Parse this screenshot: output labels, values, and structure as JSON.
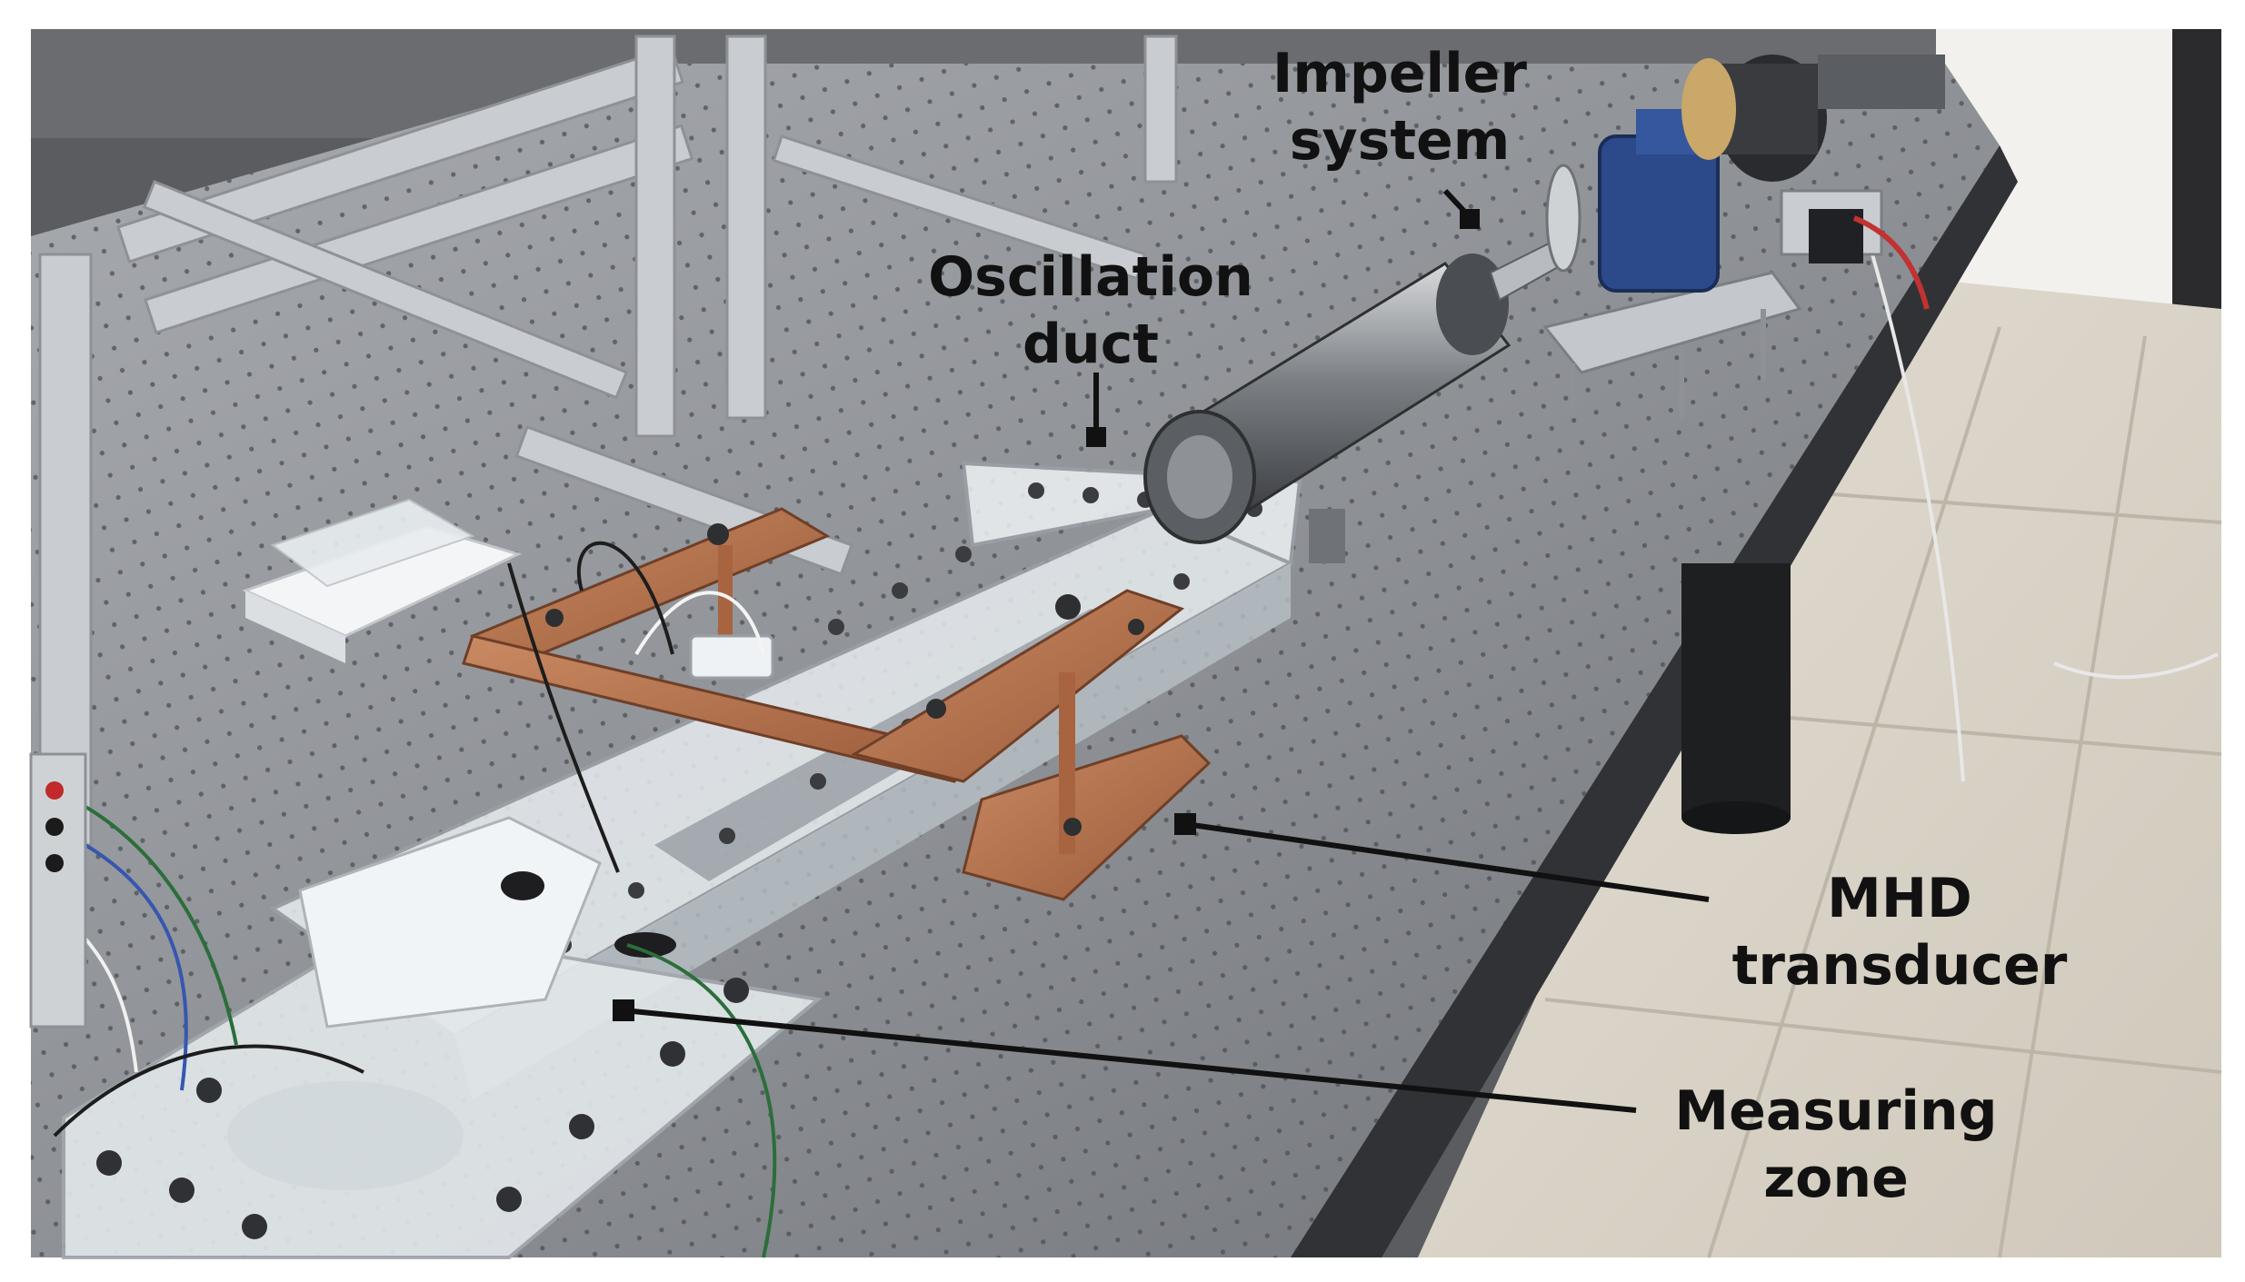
{
  "figure": {
    "labels": {
      "impeller": {
        "line1": "Impeller",
        "line2": "system"
      },
      "oscillation": {
        "line1": "Oscillation",
        "line2": "duct"
      },
      "mhd": {
        "line1": "MHD",
        "line2": "transducer"
      },
      "measuring": {
        "line1": "Measuring",
        "line2": "zone"
      }
    }
  },
  "colors": {
    "annotation": "#111111",
    "copper": "#b8734d",
    "aluminum": "#c9ccd0",
    "table_top": "#8e9196",
    "floor": "#ddd7cc",
    "acrylic": "#e7ecef",
    "motor_blue": "#2c4a8a"
  }
}
